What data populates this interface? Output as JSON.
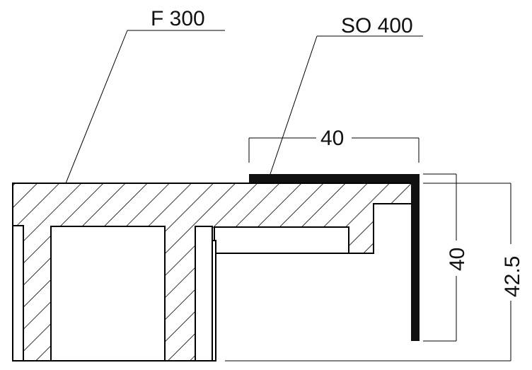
{
  "labels": {
    "material_top": "F 300",
    "profile": "SO 400",
    "dim_width": "40",
    "dim_height_inner": "40",
    "dim_height_outer": "42.5"
  },
  "colors": {
    "line": "#000000",
    "profile_fill": "#111111",
    "background": "#ffffff"
  }
}
